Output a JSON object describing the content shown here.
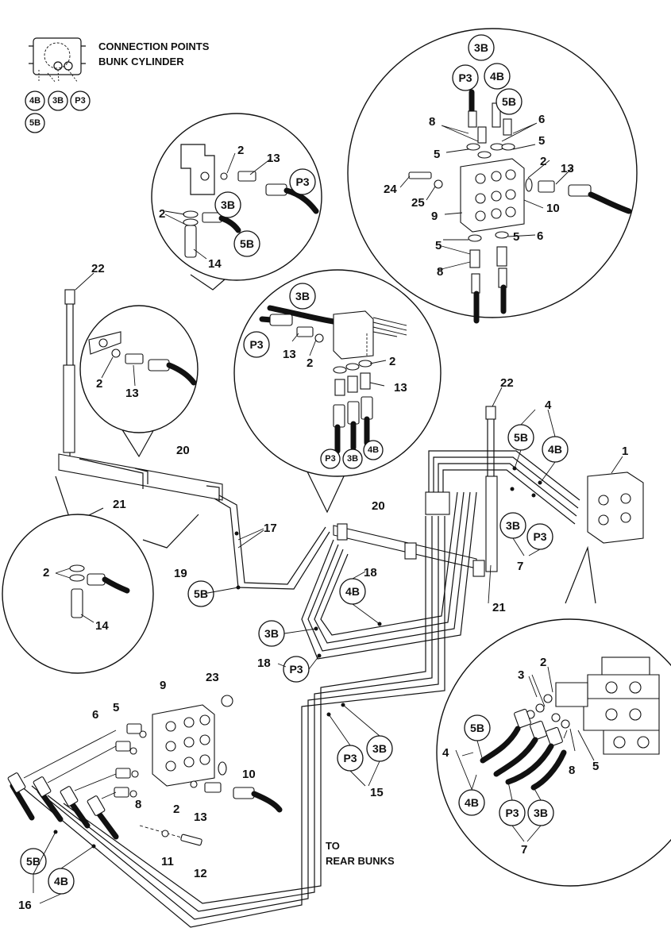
{
  "title": {
    "line1": "CONNECTION POINTS",
    "line2": "BUNK CYLINDER"
  },
  "notes": {
    "to_line1": "TO",
    "to_line2": "REAR BUNKS"
  },
  "labels": {
    "p3": "P3",
    "b3": "3B",
    "b4": "4B",
    "b5": "5B",
    "n1": "1",
    "n2": "2",
    "n3": "3",
    "n4": "4",
    "n5": "5",
    "n6": "6",
    "n7": "7",
    "n8": "8",
    "n9": "9",
    "n10": "10",
    "n11": "11",
    "n12": "12",
    "n13": "13",
    "n14": "14",
    "n15": "15",
    "n16": "16",
    "n17": "17",
    "n18": "18",
    "n19": "19",
    "n20": "20",
    "n21": "21",
    "n22": "22",
    "n23": "23",
    "n24": "24",
    "n25": "25"
  }
}
